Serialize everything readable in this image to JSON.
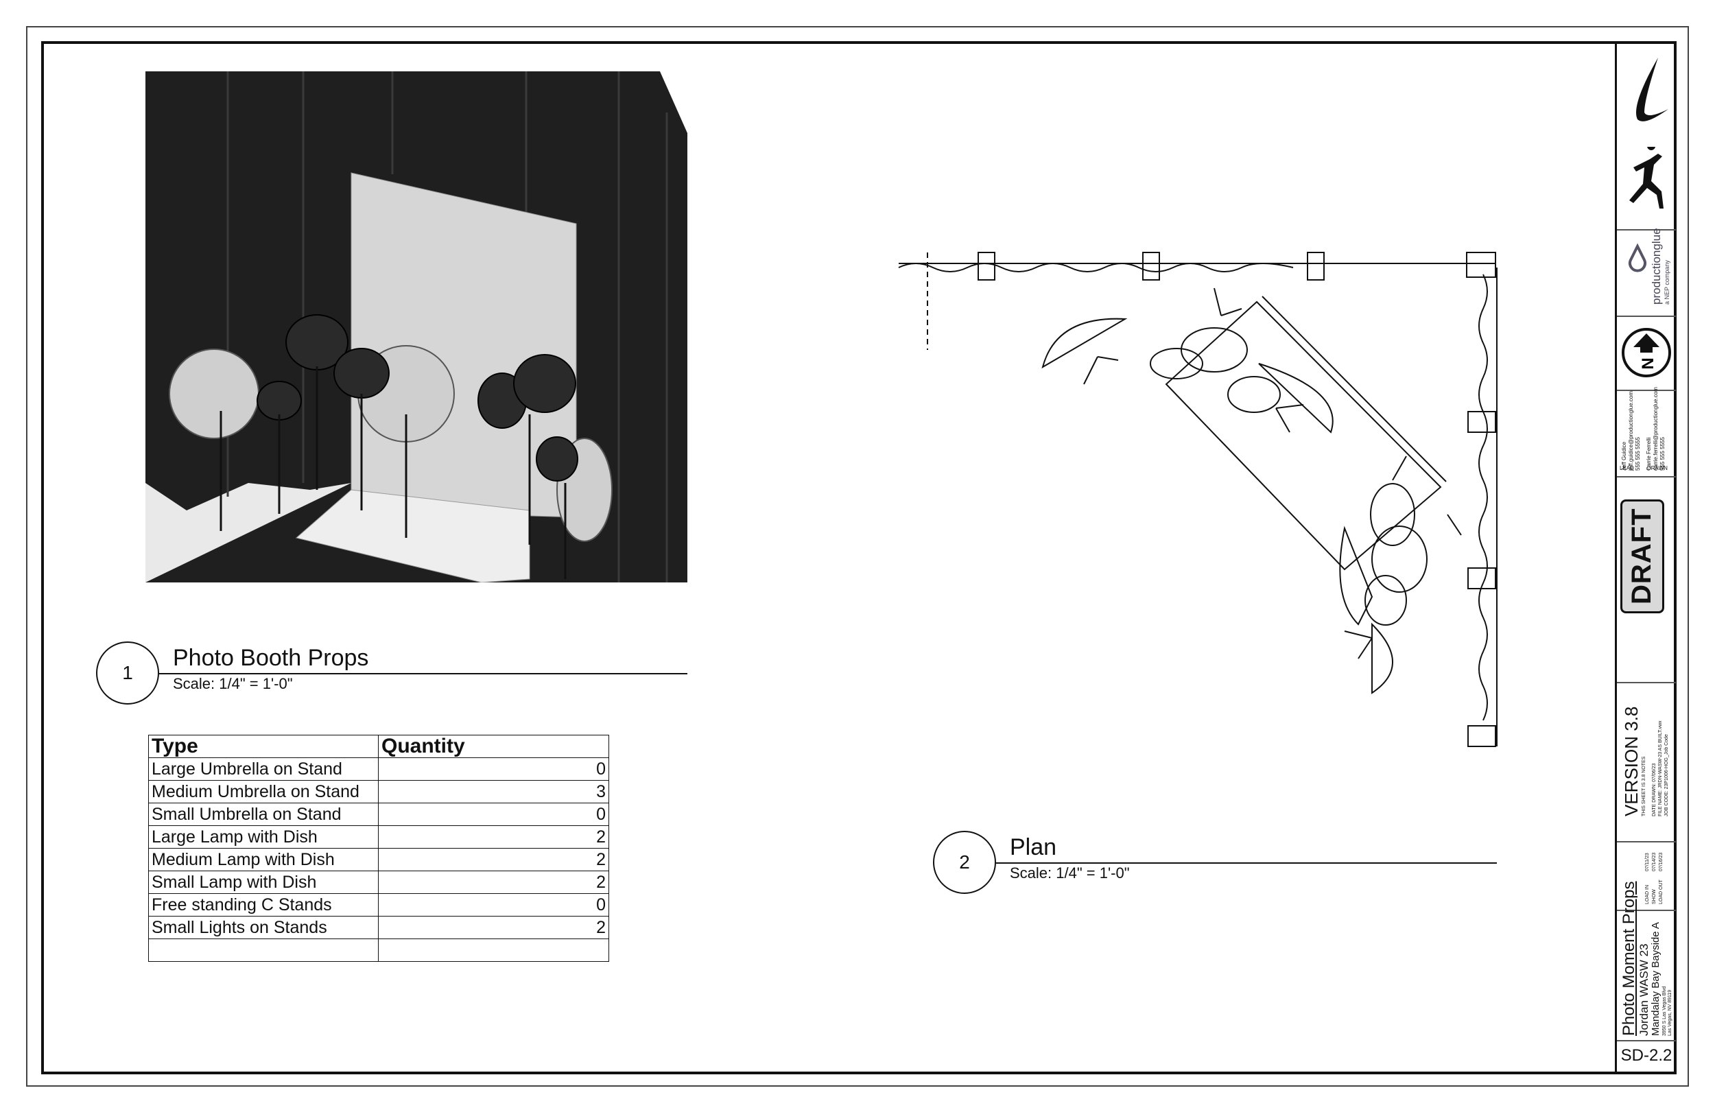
{
  "sheet": {
    "number": "SD-2.2",
    "project_title": "Photo Moment Props",
    "event": "Jordan WASW 23",
    "venue": "Mandalay Bay Bayside A",
    "address_line1": "3950 S Las Vegas Blvd",
    "address_line2": "Las Vegas, NV 89119",
    "version": "VERSION 3.8",
    "version_sub": "THIS SHEET IS 3.8 NOTES",
    "date_drawn": "DATE DRAWN: 07/06/23",
    "file_name": "FILE NAME: JRDN-WASW-23 AS BUILT.vwx",
    "job_code": "JOB CODE: 23P1006-HOG_Job Code",
    "load_in_label": "LOAD IN",
    "load_in": "07/11/23",
    "show_label": "SHOW",
    "show": "07/14/23",
    "load_out_label": "LOAD OUT",
    "load_out": "07/16/23",
    "draft": "DRAFT",
    "lead_label": "LEAD",
    "drawn_label": "DRAWN",
    "lead_name": "Jeff Guidice",
    "lead_email": "jeff.guidice@productionglue.com",
    "lead_phone": "555 555 5555",
    "drawn_name": "Carrie Ferrelli",
    "drawn_email": "carrie.ferrelli@productionglue.com",
    "drawn_phone": "555 555 5555",
    "company_logo": "productionglue",
    "company_logo_sub": "a NEP company",
    "north_label": "N",
    "colors": {
      "ink": "#111111",
      "draft_fill": "#d9d9d9",
      "screen": "#d6d6d6",
      "umbrella": "#cfcfcf",
      "drape": "#1f1f1f"
    },
    "icons": [
      "swoosh-logo",
      "jumpman-logo",
      "productionglue-logo",
      "north-arrow-icon"
    ]
  },
  "view1": {
    "number": "1",
    "title": "Photo Booth Props",
    "scale": "Scale: 1/4\" = 1'-0\""
  },
  "view2": {
    "number": "2",
    "title": "Plan",
    "scale": "Scale: 1/4\" = 1'-0\""
  },
  "schedule": {
    "headers": [
      "Type",
      "Quantity"
    ],
    "rows": [
      {
        "type": "Large Umbrella on Stand",
        "qty": "0"
      },
      {
        "type": "Medium Umbrella on Stand",
        "qty": "3"
      },
      {
        "type": "Small Umbrella on Stand",
        "qty": "0"
      },
      {
        "type": "Large Lamp with Dish",
        "qty": "2"
      },
      {
        "type": "Medium Lamp with Dish",
        "qty": "2"
      },
      {
        "type": "Small Lamp with Dish",
        "qty": "2"
      },
      {
        "type": "Free standing C Stands",
        "qty": "0"
      },
      {
        "type": "Small Lights on Stands",
        "qty": "2"
      },
      {
        "type": "",
        "qty": ""
      }
    ]
  }
}
